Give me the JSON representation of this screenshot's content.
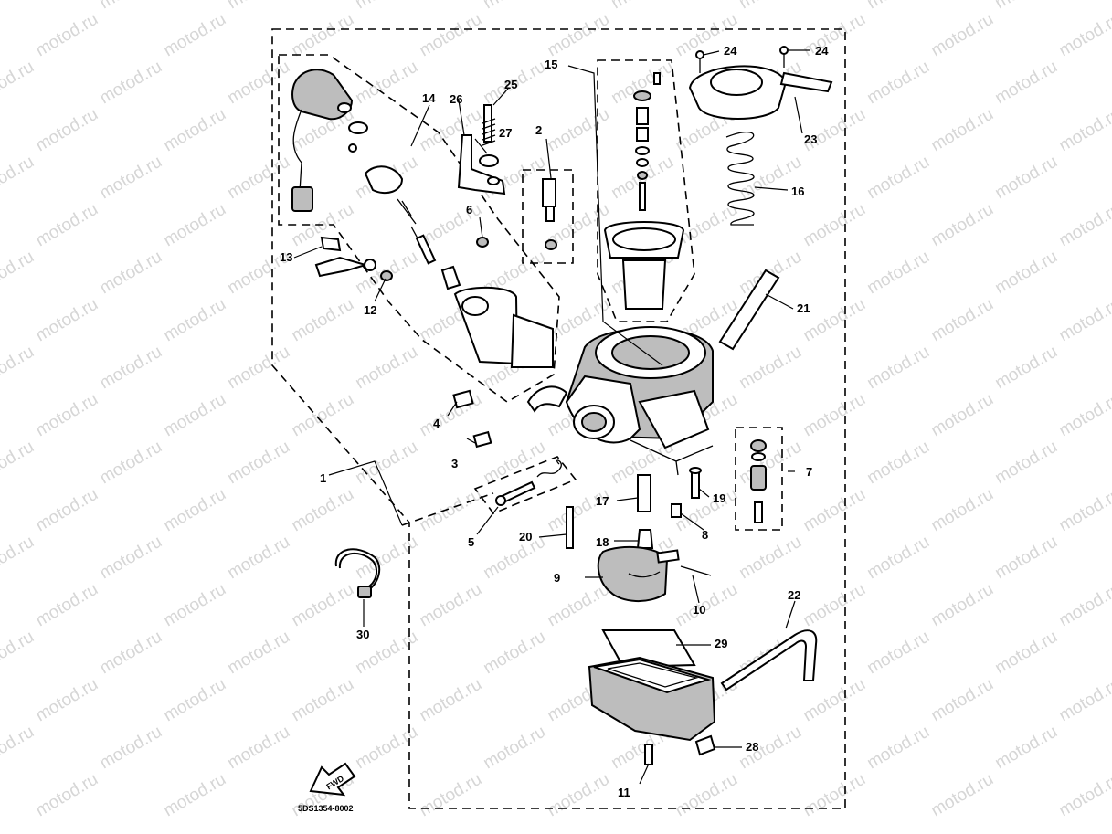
{
  "watermark": "motod.ru",
  "drawing_code": "5DS1354-8002",
  "front_label": "FWD",
  "callouts": {
    "c1": "1",
    "c2": "2",
    "c3": "3",
    "c4": "4",
    "c5": "5",
    "c6": "6",
    "c7": "7",
    "c8": "8",
    "c9": "9",
    "c10": "10",
    "c11": "11",
    "c12": "12",
    "c13": "13",
    "c14": "14",
    "c15": "15",
    "c16": "16",
    "c17": "17",
    "c18": "18",
    "c19": "19",
    "c20": "20",
    "c21": "21",
    "c22": "22",
    "c23": "23",
    "c24a": "24",
    "c24b": "24",
    "c25": "25",
    "c26": "26",
    "c27": "27",
    "c28": "28",
    "c29": "29",
    "c30": "30"
  }
}
